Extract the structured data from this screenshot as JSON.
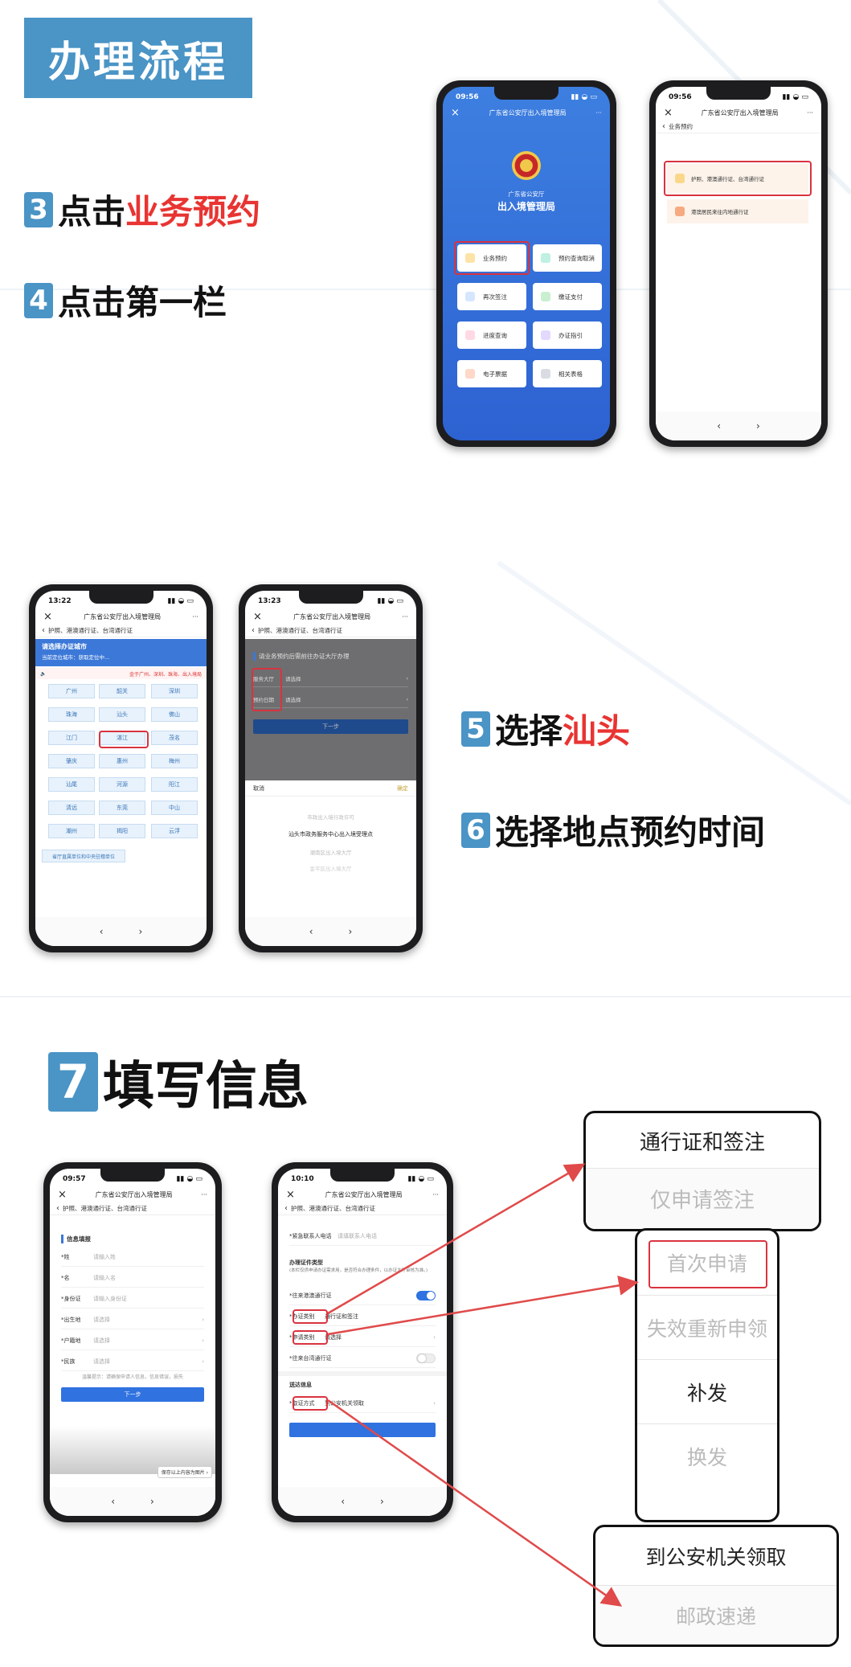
{
  "header": {
    "title": "办理流程"
  },
  "steps": {
    "s3": {
      "num": "3",
      "prefix": "点击",
      "highlight": "业务预约"
    },
    "s4": {
      "num": "4",
      "text": "点击第一栏"
    },
    "s5": {
      "num": "5",
      "prefix": "选择",
      "highlight": "汕头"
    },
    "s6": {
      "num": "6",
      "text": "选择地点预约时间"
    },
    "s7": {
      "num": "7",
      "text": "填写信息"
    }
  },
  "common": {
    "close": "×",
    "more": "···",
    "back": "‹",
    "fwd": "›",
    "bureau_title": "广东省公安厅出入境管理局",
    "subnav": "护照、港澳通行证、台湾通行证"
  },
  "phone1": {
    "time": "09:56",
    "logo_org": "广东省公安厅",
    "logo_name": "出入境管理局",
    "tiles": [
      "业务预约",
      "预约查询取消",
      "再次签注",
      "缴证支付",
      "进度查询",
      "办证指引",
      "电子票据",
      "相关表格"
    ]
  },
  "phone2": {
    "time": "09:56",
    "breadcrumb": "业务预约",
    "items": [
      "护照、港澳通行证、台湾通行证",
      "港澳居民来往内地通行证"
    ]
  },
  "phone3": {
    "time": "13:22",
    "banner_title": "请选择办证城市",
    "banner_sub": "当前定位城市：获取定位中...",
    "notice": "金于广州、深圳、珠海、出入境局",
    "cities": [
      "广州",
      "韶关",
      "深圳",
      "珠海",
      "汕头",
      "佛山",
      "江门",
      "湛江",
      "茂名",
      "肇庆",
      "惠州",
      "梅州",
      "汕尾",
      "河源",
      "阳江",
      "清远",
      "东莞",
      "中山",
      "潮州",
      "揭阳",
      "云浮"
    ],
    "footer_btn": "省厅直属单位和中央驻穗单位"
  },
  "phone4": {
    "time": "13:23",
    "prompt": "请业务预约后需前往办证大厅办理",
    "row1_label": "服务大厅",
    "row1_value": "请选择",
    "row2_label": "预约日期",
    "row2_value": "请选择",
    "next_btn": "下一步",
    "cancel": "取消",
    "confirm": "确定",
    "options": [
      "市政出入境行政许可",
      "汕头市政务服务中心出入境受理点",
      "潮南区出入境大厅",
      "金平区出入境大厅"
    ]
  },
  "phone5": {
    "time": "09:57",
    "section": "信息填报",
    "fields": [
      {
        "label": "*姓",
        "value": "请输入姓",
        "chev": ""
      },
      {
        "label": "*名",
        "value": "请输入名",
        "chev": ""
      },
      {
        "label": "*身份证",
        "value": "请输入身份证",
        "chev": ""
      },
      {
        "label": "*出生地",
        "value": "请选择",
        "chev": "›"
      },
      {
        "label": "*户籍地",
        "value": "请选择",
        "chev": "›"
      },
      {
        "label": "*民族",
        "value": "请选择",
        "chev": "›"
      }
    ],
    "note": "温馨提示：请确保申请人信息，信息错误，损失",
    "next_btn": "下一步",
    "save_btn": "保存以上内容为图片 ›"
  },
  "phone6": {
    "time": "10:10",
    "emergency": "*紧急联系人电话",
    "emergency_ph": "请填联系人电话",
    "section": "办理证件类型",
    "section_note": "(本栏仅供申请办证需求用，是否符合办理条件，以办证大厅审核为准。)",
    "hk": "*往来港澳通行证",
    "apply_type": "*办证类别",
    "apply_type_val": "通行证和签注",
    "apply_kind": "*申请类别",
    "apply_kind_val": "请选择",
    "tw": "*往来台湾通行证",
    "delivery": "送达信息",
    "method": "*取证方式",
    "method_val": "到公安机关领取"
  },
  "popups": {
    "p1": [
      "通行证和签注",
      "仅申请签注"
    ],
    "p2": [
      "首次申请",
      "失效重新申领",
      "补发",
      "换发"
    ],
    "p3": [
      "到公安机关领取",
      "邮政速递"
    ]
  },
  "colors": {
    "accent": "#4a94c6",
    "highlight": "#e83432",
    "bureau_blue": "#3a6fd8"
  }
}
